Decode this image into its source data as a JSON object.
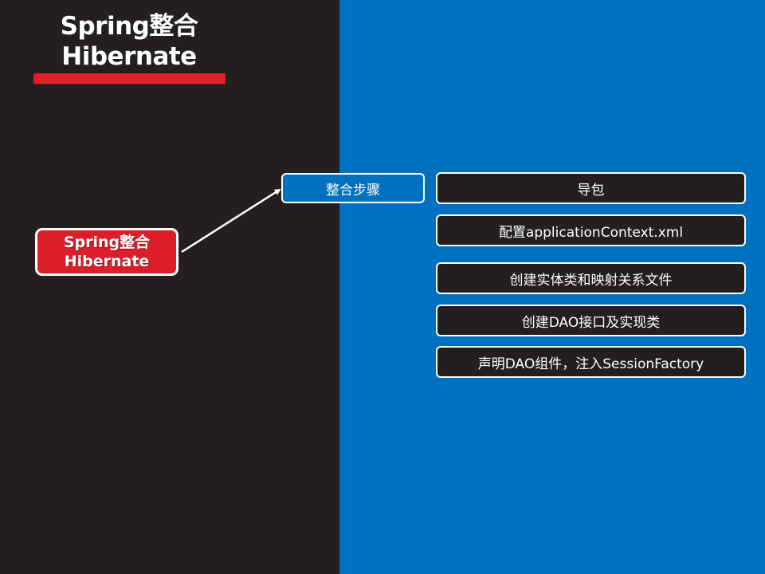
{
  "title": {
    "line1": "Spring整合",
    "line2": "Hibernate"
  },
  "root_node": {
    "line1": "Spring整合",
    "line2": "Hibernate"
  },
  "steps_node": {
    "label": "整合步骤"
  },
  "steps": [
    {
      "label": "导包"
    },
    {
      "label": "配置applicationContext.xml"
    },
    {
      "label": "创建实体类和映射关系文件"
    },
    {
      "label": "创建DAO接口及实现类"
    },
    {
      "label": "声明DAO组件，注入SessionFactory"
    }
  ],
  "colors": {
    "left_panel": "#231f20",
    "right_panel": "#0070c0",
    "accent_red": "#dc1e2c",
    "node_border": "#ffffff"
  }
}
